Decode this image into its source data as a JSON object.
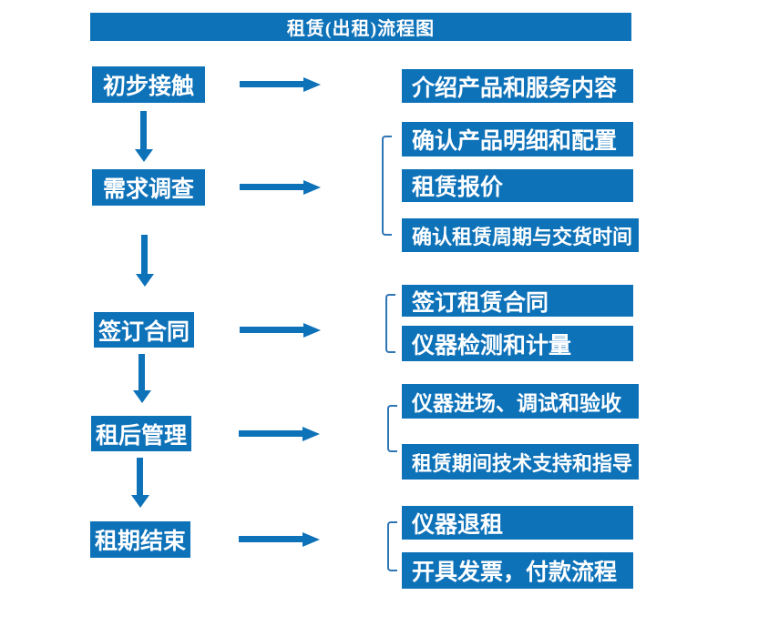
{
  "title": "租赁(出租)流程图",
  "colors": {
    "box_blue": "#0e72b9",
    "bracket_blue": "#2e75b6",
    "text_white": "#ffffff"
  },
  "steps": [
    {
      "label": "初步接触",
      "outputs": [
        "介绍产品和服务内容"
      ]
    },
    {
      "label": "需求调查",
      "outputs": [
        "确认产品明细和配置",
        "租赁报价",
        "确认租赁周期与交货时间"
      ]
    },
    {
      "label": "签订合同",
      "outputs": [
        "签订租赁合同",
        "仪器检测和计量"
      ]
    },
    {
      "label": "租后管理",
      "outputs": [
        "仪器进场、调试和验收",
        "租赁期间技术支持和指导"
      ]
    },
    {
      "label": "租期结束",
      "outputs": [
        "仪器退租",
        "开具发票，付款流程"
      ]
    }
  ]
}
